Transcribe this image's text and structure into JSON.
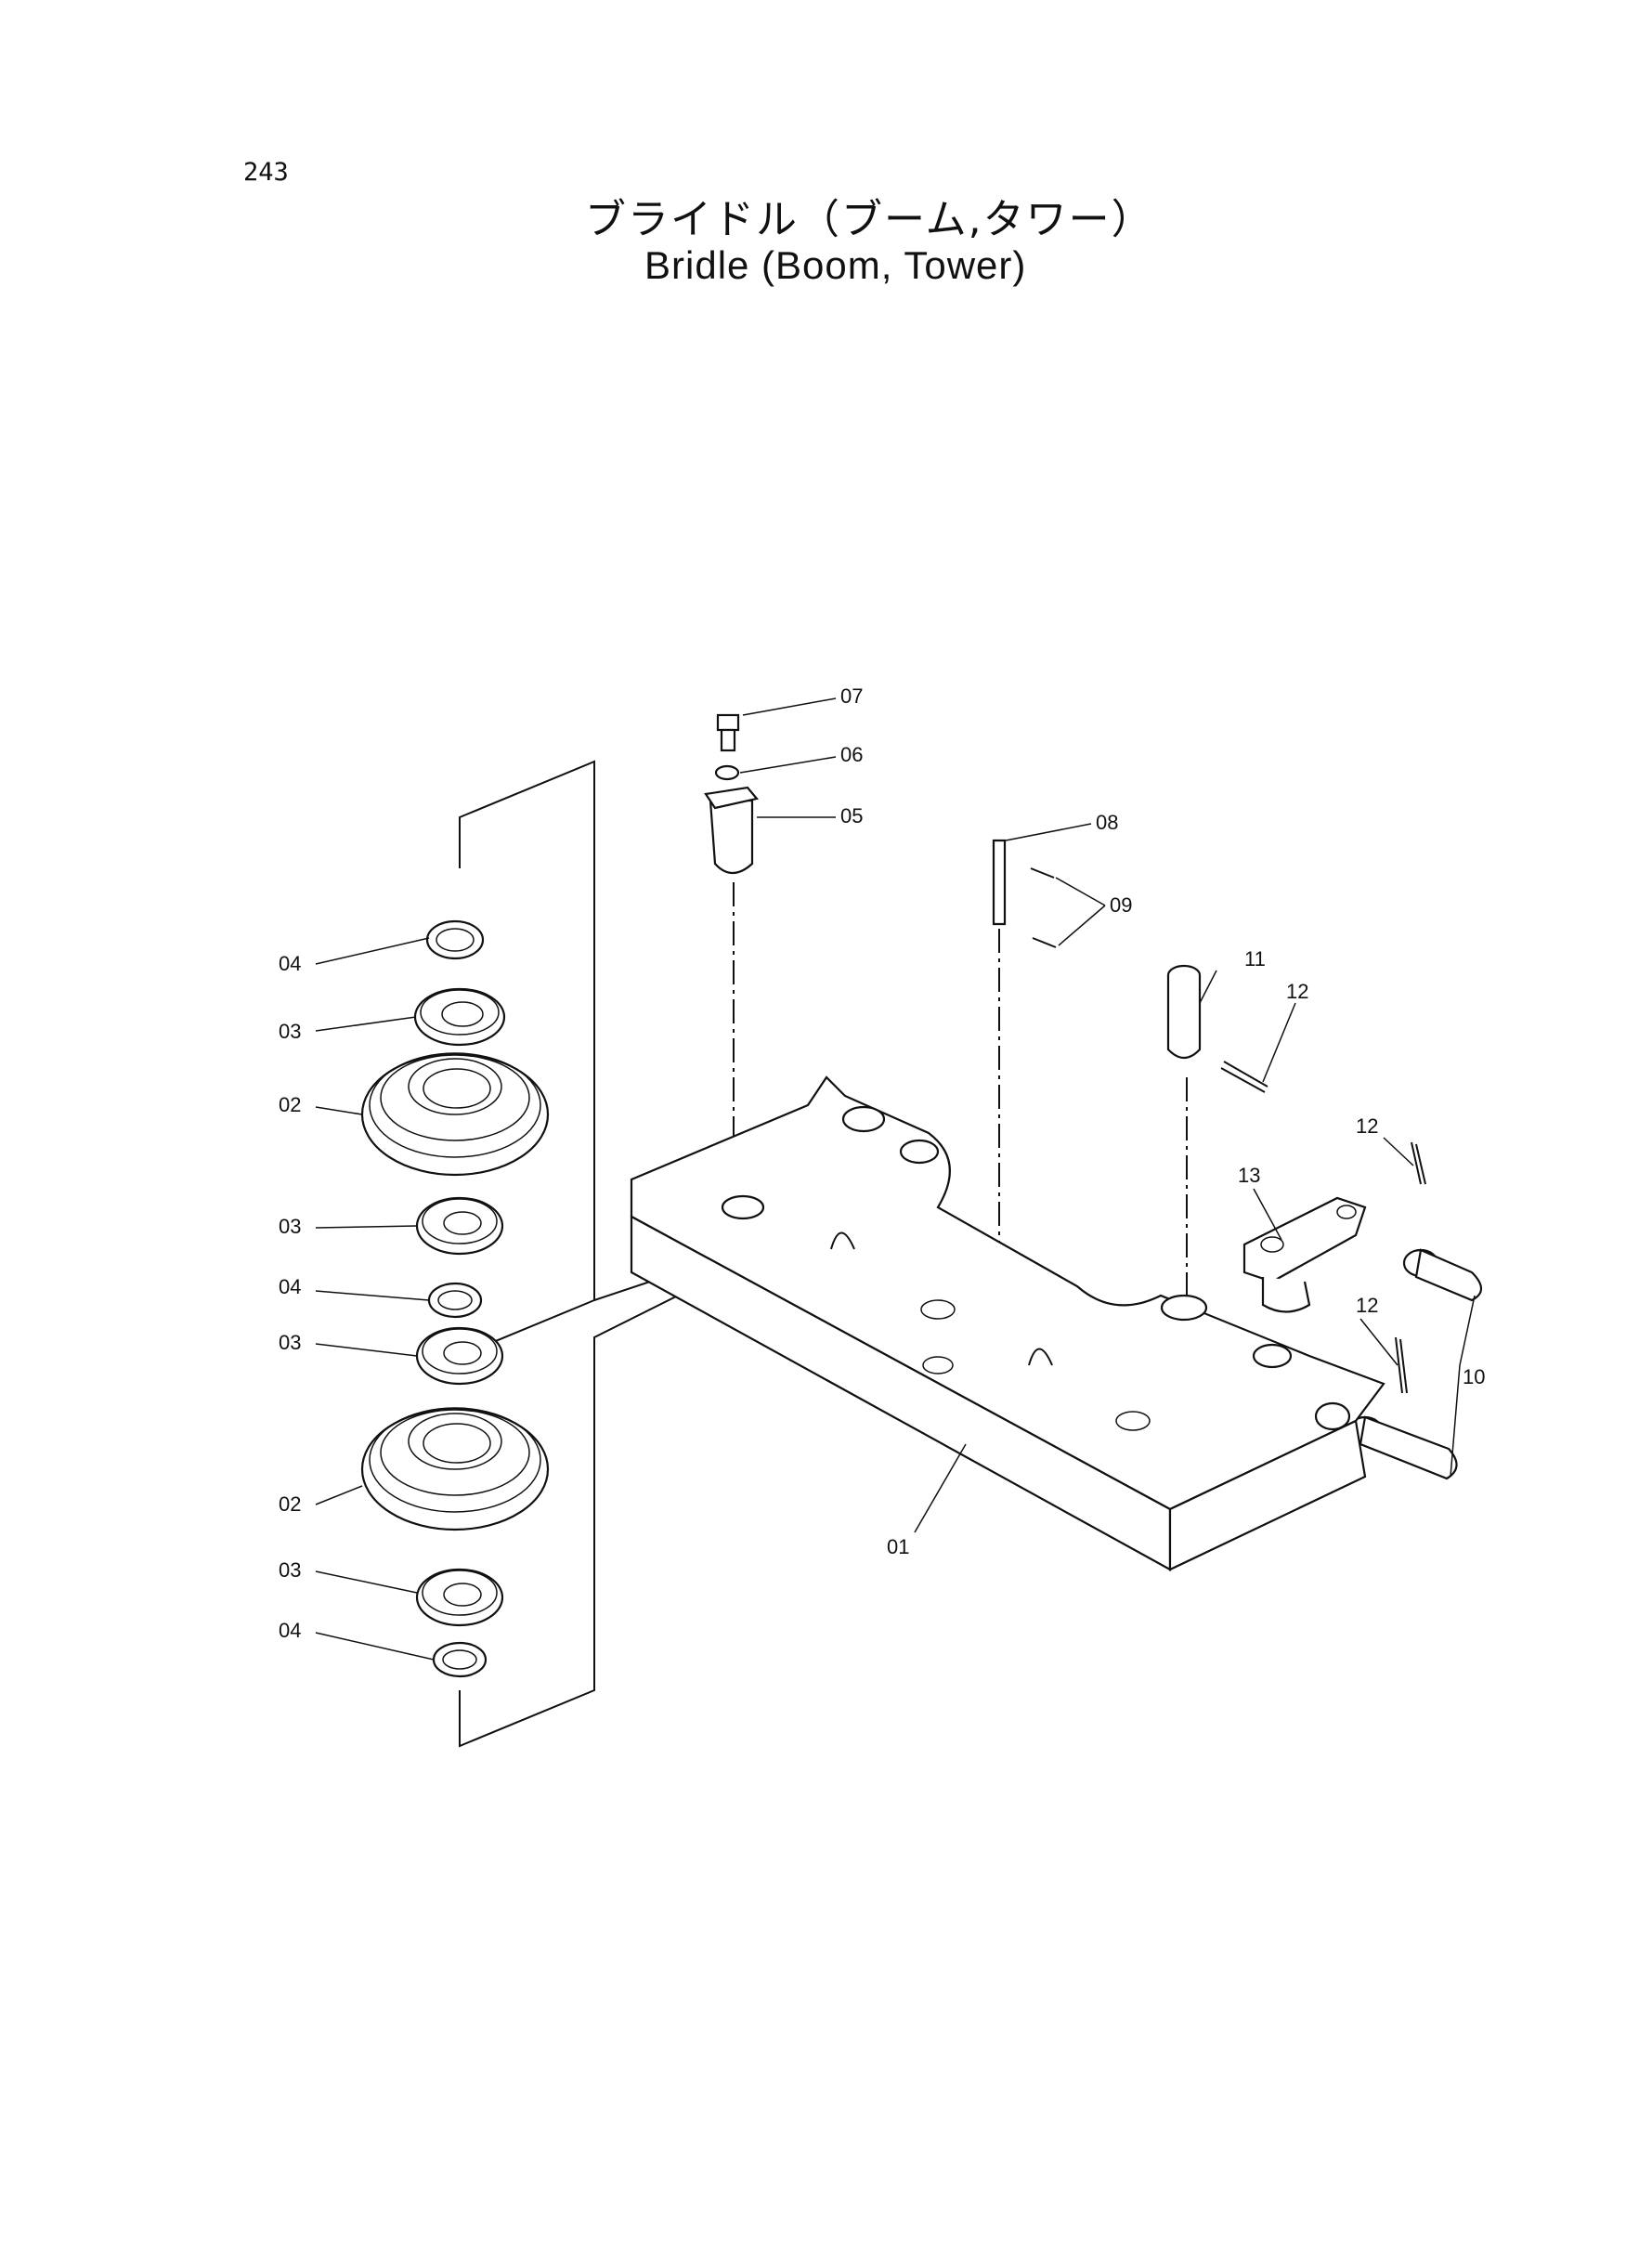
{
  "page_number": "243",
  "title_jp": "ブライドル（ブーム,タワー）",
  "title_en": "Bridle  (Boom, Tower)",
  "callouts": {
    "c01": "01",
    "c02a": "02",
    "c02b": "02",
    "c03a": "03",
    "c03b": "03",
    "c03c": "03",
    "c03d": "03",
    "c04a": "04",
    "c04b": "04",
    "c04c": "04",
    "c05": "05",
    "c06": "06",
    "c07": "07",
    "c08": "08",
    "c09": "09",
    "c10": "10",
    "c11": "11",
    "c12a": "12",
    "c12b": "12",
    "c12c": "12",
    "c13": "13"
  }
}
